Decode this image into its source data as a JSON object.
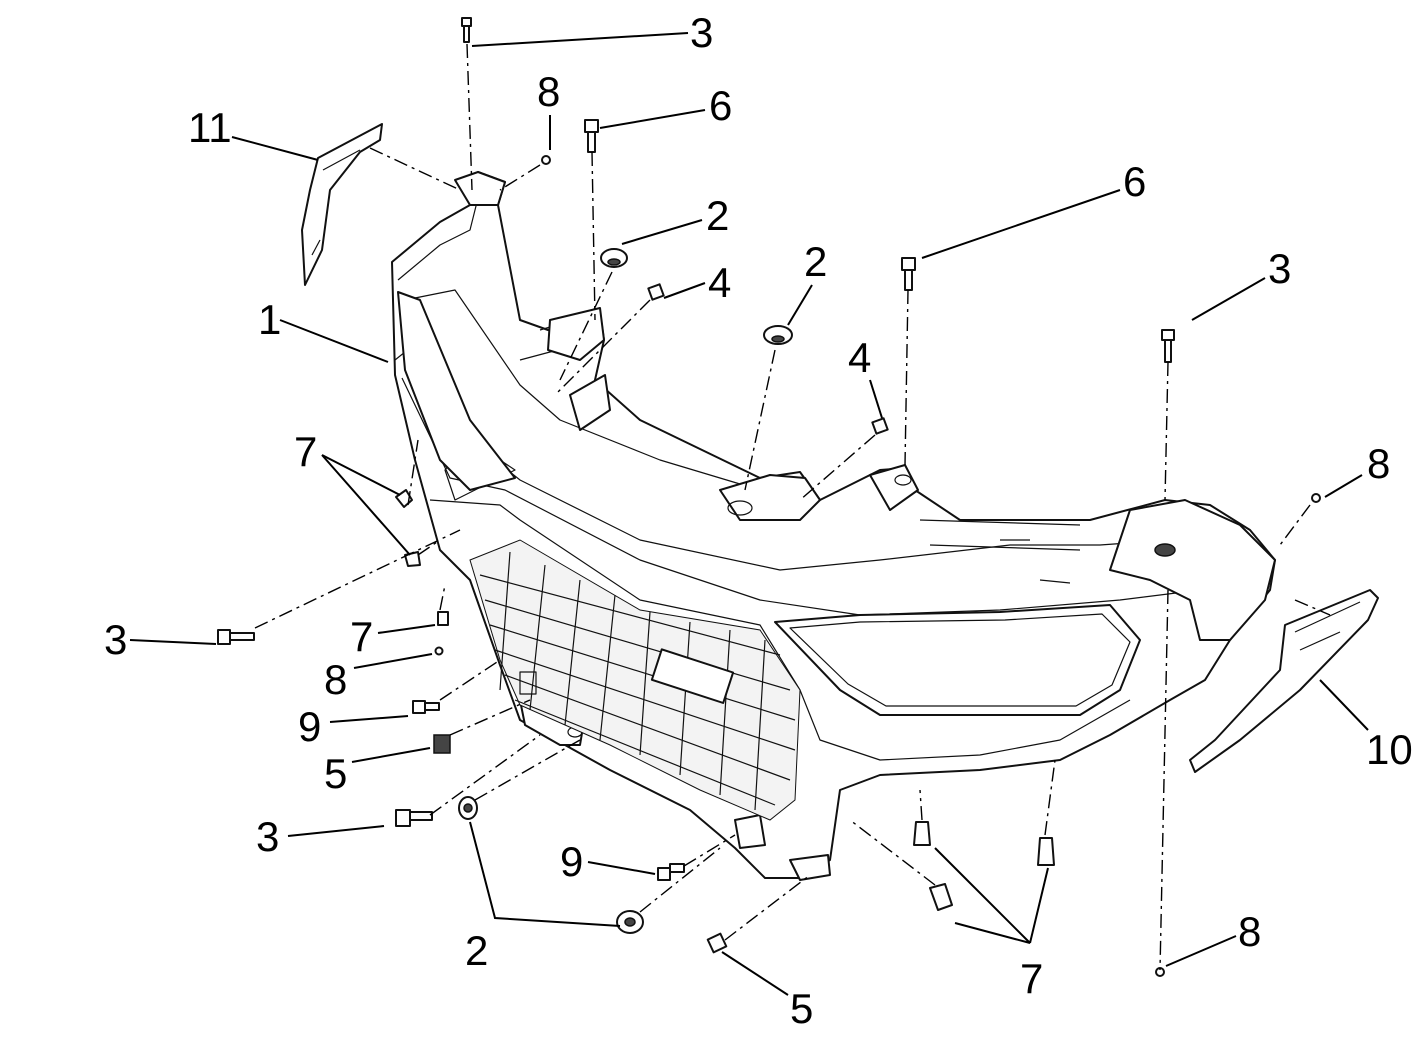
{
  "diagram": {
    "callouts": [
      {
        "id": "c3a",
        "label": "3"
      },
      {
        "id": "c8a",
        "label": "8"
      },
      {
        "id": "c6a",
        "label": "6"
      },
      {
        "id": "c11",
        "label": "11"
      },
      {
        "id": "c2a",
        "label": "2"
      },
      {
        "id": "c4a",
        "label": "4"
      },
      {
        "id": "c2b",
        "label": "2"
      },
      {
        "id": "c6b",
        "label": "6"
      },
      {
        "id": "c3b",
        "label": "3"
      },
      {
        "id": "c1",
        "label": "1"
      },
      {
        "id": "c4b",
        "label": "4"
      },
      {
        "id": "c7a",
        "label": "7"
      },
      {
        "id": "c8b",
        "label": "8"
      },
      {
        "id": "c3c",
        "label": "3"
      },
      {
        "id": "c7b",
        "label": "7"
      },
      {
        "id": "c8c",
        "label": "8"
      },
      {
        "id": "c9a",
        "label": "9"
      },
      {
        "id": "c5a",
        "label": "5"
      },
      {
        "id": "c10",
        "label": "10"
      },
      {
        "id": "c3d",
        "label": "3"
      },
      {
        "id": "c9b",
        "label": "9"
      },
      {
        "id": "c2c",
        "label": "2"
      },
      {
        "id": "c7c",
        "label": "7"
      },
      {
        "id": "c8d",
        "label": "8"
      },
      {
        "id": "c5b",
        "label": "5"
      }
    ]
  }
}
